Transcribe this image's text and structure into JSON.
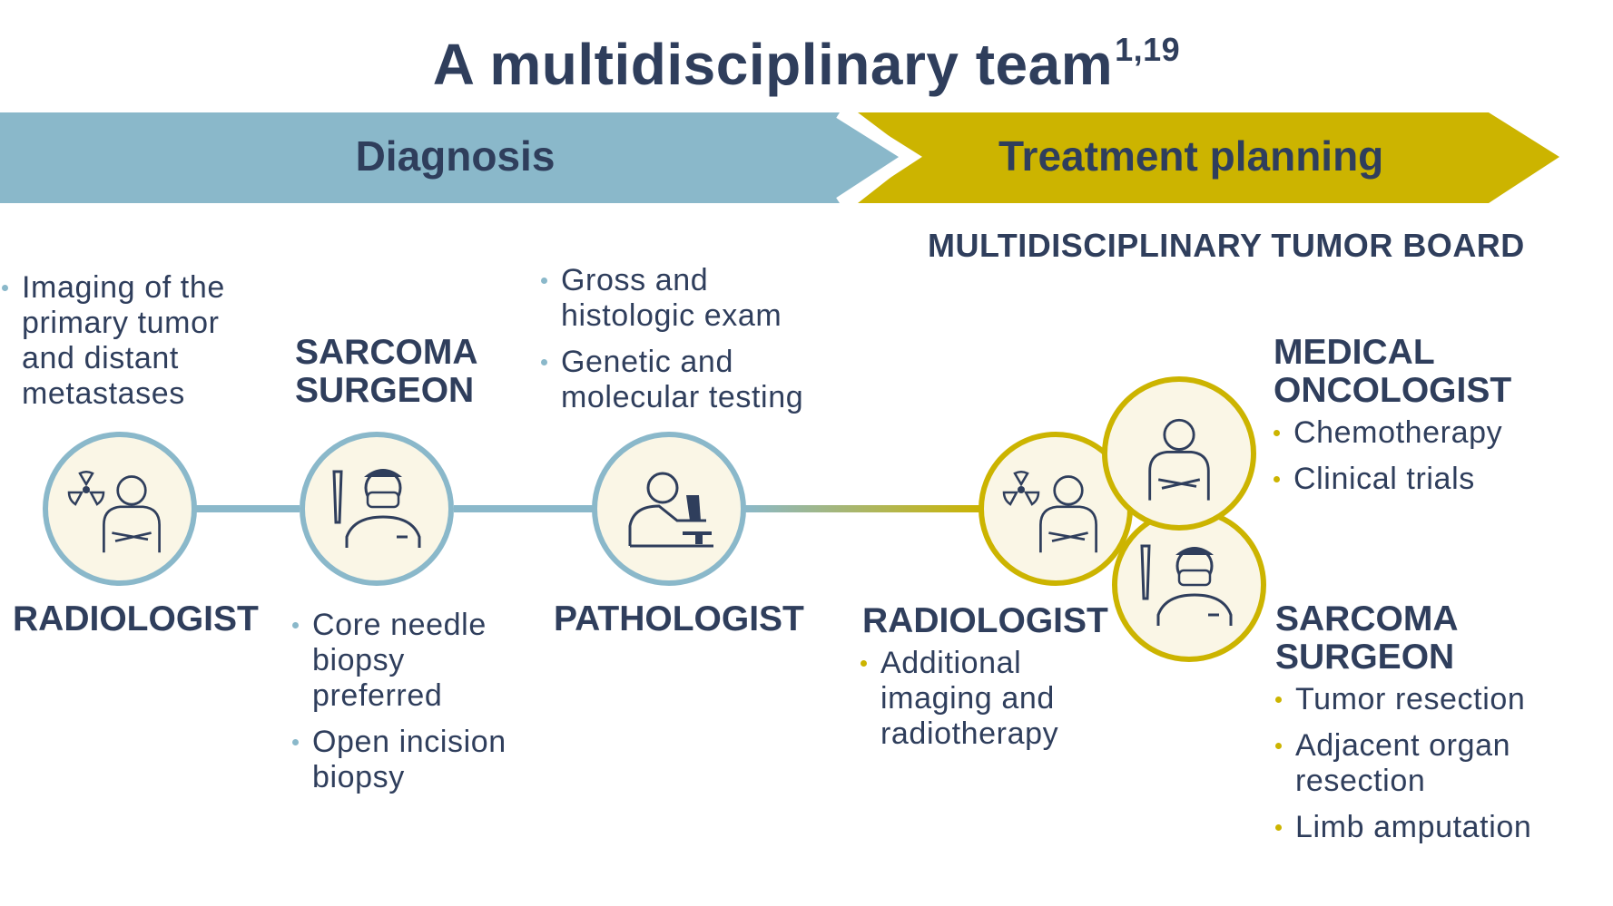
{
  "title": {
    "text": "A multidisciplinary team",
    "superscript": "1,19"
  },
  "stages": {
    "diagnosis": "Diagnosis",
    "treatment": "Treatment planning"
  },
  "board_label": "MULTIDISCIPLINARY TUMOR BOARD",
  "colors": {
    "navy": "#2f3e5c",
    "diagnosis_blue": "#8ab8ca",
    "treatment_gold": "#ccb400",
    "icon_fill": "#faf6e6"
  },
  "diagnosis": {
    "radiologist": {
      "label": "RADIOLOGIST",
      "bullets": [
        "Imaging of the primary tumor and distant metastases"
      ],
      "icons": [
        "radiation-icon",
        "doctor-icon"
      ]
    },
    "surgeon": {
      "label_line1": "SARCOMA",
      "label_line2": "SURGEON",
      "bullets": [
        "Core needle biopsy preferred",
        "Open incision biopsy"
      ],
      "icons": [
        "scalpel-icon",
        "surgeon-icon"
      ]
    },
    "pathologist": {
      "label": "PATHOLOGIST",
      "bullets": [
        "Gross and histologic exam",
        "Genetic and molecular testing"
      ],
      "icons": [
        "microscope-icon",
        "pathologist-icon"
      ]
    }
  },
  "treatment": {
    "radiologist": {
      "label": "RADIOLOGIST",
      "bullets": [
        "Additional imaging and radiotherapy"
      ]
    },
    "oncologist": {
      "label_line1": "MEDICAL",
      "label_line2": "ONCOLOGIST",
      "bullets": [
        "Chemotherapy",
        "Clinical trials"
      ]
    },
    "surgeon": {
      "label_line1": "SARCOMA",
      "label_line2": "SURGEON",
      "bullets": [
        "Tumor resection",
        "Adjacent organ resection",
        "Limb amputation"
      ]
    }
  }
}
